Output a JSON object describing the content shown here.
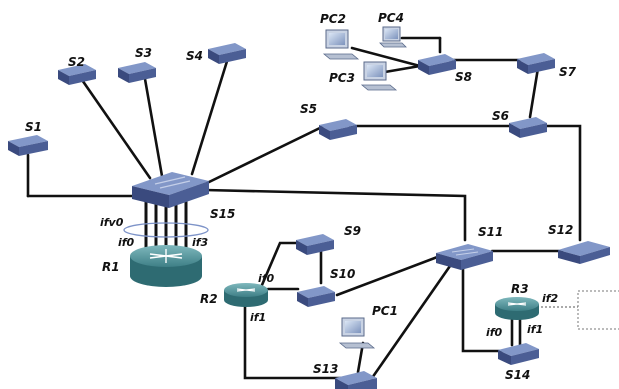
{
  "colors": {
    "switch_top": "#6f84b8",
    "switch_front": "#4b5e95",
    "switch_side": "#38477a",
    "router_top": "#5f9aa0",
    "router_body": "#2e6b72",
    "link": "#111111",
    "pc_screen": "#9fb4d6"
  },
  "icons": {
    "switch": "network-switch-icon",
    "router": "router-icon",
    "pc": "desktop-computer-icon"
  },
  "labels": {
    "s1": "S1",
    "s2": "S2",
    "s3": "S3",
    "s4": "S4",
    "s5": "S5",
    "s6": "S6",
    "s7": "S7",
    "s8": "S8",
    "s9": "S9",
    "s10": "S10",
    "s11": "S11",
    "s12": "S12",
    "s13": "S13",
    "s14": "S14",
    "s15": "S15",
    "r1": "R1",
    "r2": "R2",
    "r3": "R3",
    "pc1": "PC1",
    "pc2": "PC2",
    "pc3": "PC3",
    "pc4": "PC4"
  },
  "interfaces": {
    "r1_if0": "if0",
    "r1_if3": "if3",
    "r1_ifv0": "ifv0",
    "r2_if0": "if0",
    "r2_if1": "if1",
    "r3_if0": "if0",
    "r3_if1": "if1",
    "r3_if2": "if2"
  }
}
